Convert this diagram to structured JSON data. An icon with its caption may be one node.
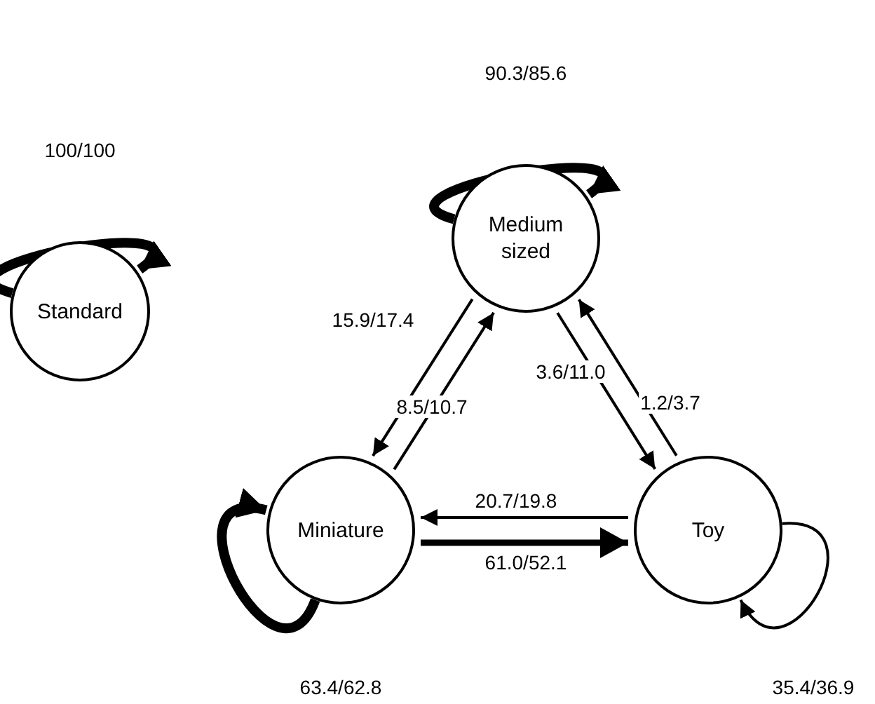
{
  "diagram": {
    "nodes": [
      {
        "text": [
          "Standard"
        ]
      },
      {
        "text": [
          "Medium sized"
        ]
      },
      {
        "text": [
          "Miniature"
        ]
      },
      {
        "text": [
          "Toy"
        ]
      }
    ],
    "edges": [
      {
        "from": 0,
        "to": 0,
        "arrow": "to",
        "label": "100/100",
        "style": "thick"
      },
      {
        "from": 1,
        "to": 1,
        "arrow": "to",
        "label": "90.3/85.6",
        "style": "thick"
      },
      {
        "from": 1,
        "to": 2,
        "arrow": "to",
        "label": "15.9/17.4"
      },
      {
        "from": 2,
        "to": 1,
        "arrow": "to",
        "label": "8.5/10.7"
      },
      {
        "from": 1,
        "to": 3,
        "arrow": "to",
        "label": "3.6/11.0"
      },
      {
        "from": 3,
        "to": 1,
        "arrow": "to",
        "label": "1.2/3.7"
      },
      {
        "from": 3,
        "to": 2,
        "arrow": "to",
        "label": "20.7/19.8"
      },
      {
        "from": 2,
        "to": 3,
        "arrow": "to",
        "label": "61.0/52.1",
        "style": "thick"
      },
      {
        "from": 2,
        "to": 2,
        "arrow": "to",
        "label": "63.4/62.8",
        "style": "thick"
      },
      {
        "from": 3,
        "to": 3,
        "arrow": "to",
        "label": "35.4/36.9"
      }
    ]
  }
}
